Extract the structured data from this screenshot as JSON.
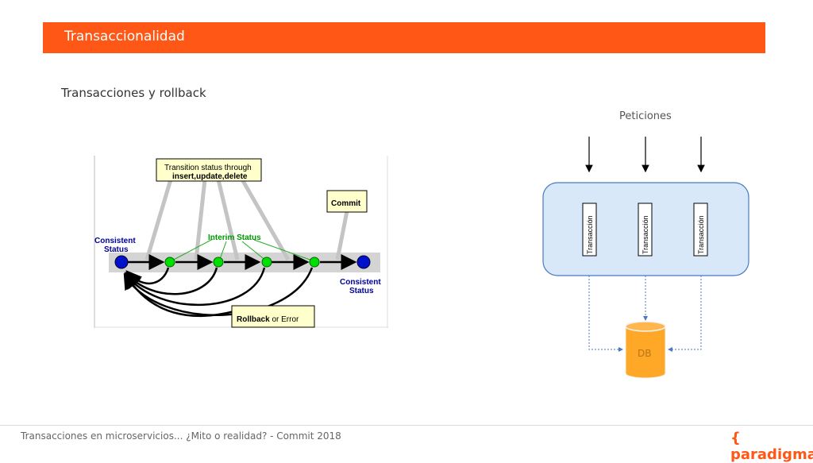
{
  "header": {
    "title": "Transaccionalidad"
  },
  "slide": {
    "subtitle": "Transacciones y rollback"
  },
  "left_diagram": {
    "transition_box_line1": "Transition status through",
    "transition_box_line2": "insert,update,delete",
    "commit_label": "Commit",
    "interim_label": "Interim Status",
    "consistent_left_1": "Consistent",
    "consistent_left_2": "Status",
    "consistent_right_1": "Consistent",
    "consistent_right_2": "Status",
    "rollback_bold": "Rollback",
    "rollback_rest": " or Error"
  },
  "right_diagram": {
    "requests_label": "Peticiones",
    "transaction_labels": [
      "Transacción",
      "Transacción",
      "Transacción"
    ],
    "db_label": "DB"
  },
  "footer": {
    "text": "Transacciones en microservicios... ¿Mito o realidad? - Commit 2018",
    "logo": "{ paradigma"
  },
  "colors": {
    "accent": "#fe5716",
    "node_green": "#00e000",
    "node_blue": "#0000cc",
    "panel_blue": "#d9e8f8",
    "db_orange": "#ffa726"
  }
}
